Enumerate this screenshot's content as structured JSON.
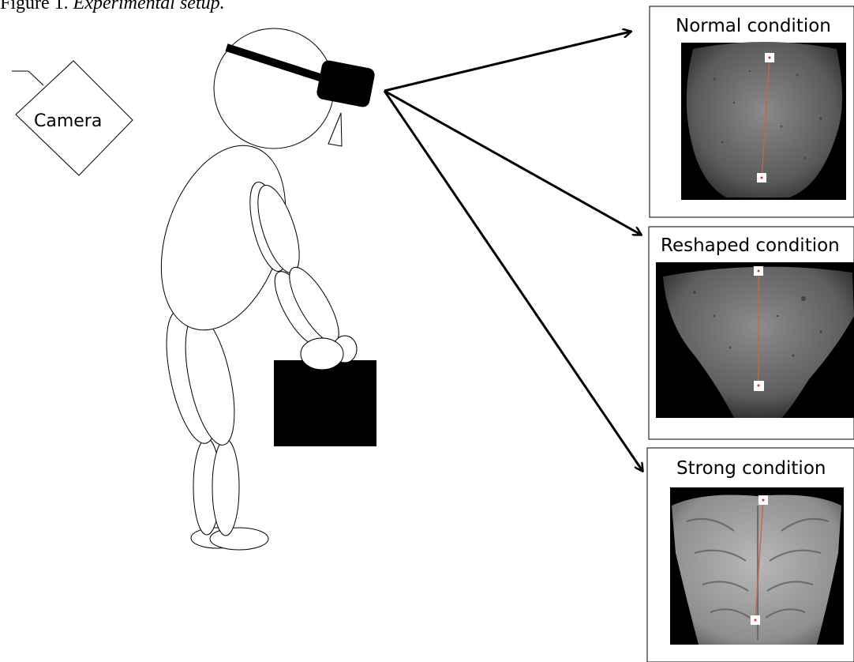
{
  "figure": {
    "caption_prefix": "Figure 1.",
    "caption_title": "Experimental setup.",
    "camera_label": "Camera",
    "panels": [
      {
        "label": "Normal condition",
        "image": "normal-back-photo",
        "tone": "#6f6f6f"
      },
      {
        "label": "Reshaped condition",
        "image": "reshaped-back-photo",
        "tone": "#6a6a6a"
      },
      {
        "label": "Strong condition",
        "image": "muscular-back-photo",
        "tone": "#9a9a9a"
      }
    ],
    "icons": [
      "camera-icon",
      "head-mounted-display-icon",
      "participant-figure-icon",
      "box-icon",
      "arrow-icon",
      "marker-icon"
    ],
    "colors": {
      "line": "#000000",
      "midline": "#c8663a",
      "marker": "#ffffff"
    }
  }
}
